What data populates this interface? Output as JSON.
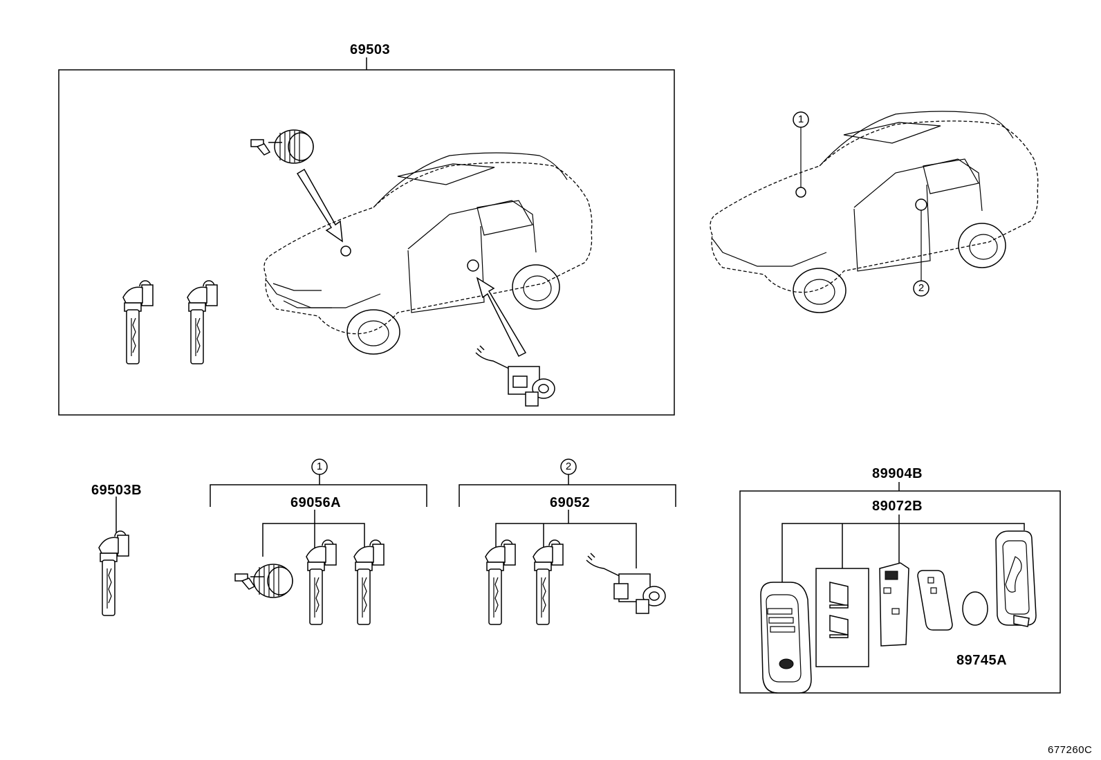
{
  "parts": {
    "p69503": "69503",
    "p69503B": "69503B",
    "p69056A": "69056A",
    "p69052": "69052",
    "p89904B": "89904B",
    "p89072B": "89072B",
    "p89745A": "89745A"
  },
  "callouts": {
    "c1": "1",
    "c2": "2"
  },
  "figure_id": "677260C"
}
